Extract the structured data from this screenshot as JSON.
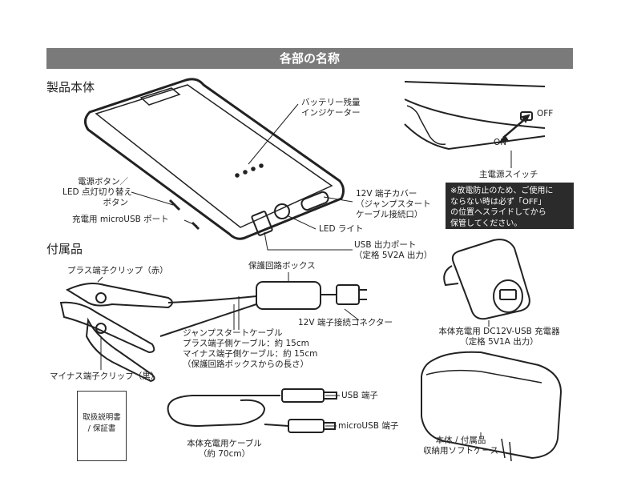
{
  "header": {
    "title": "各部の名称"
  },
  "sections": {
    "main_body": "製品本体",
    "accessories": "付属品"
  },
  "labels": {
    "battery_indicator": [
      "バッテリー残量",
      "インジケーター"
    ],
    "power_button": [
      "電源ボタン／",
      "LED 点灯切り替え",
      "ボタン"
    ],
    "charge_port": "充電用 microUSB ポート",
    "cover_12v": [
      "12V 端子カバー",
      "（ジャンプスタート",
      "ケーブル接続口）"
    ],
    "led_light": "LED ライト",
    "usb_out": [
      "USB 出力ポート",
      "（定格 5V2A 出力）"
    ],
    "switch_off": "OFF",
    "switch_on": "ON",
    "main_switch": "主電源スイッチ",
    "note": [
      "※放電防止のため、ご使用に",
      "ならない時は必ず「OFF」",
      "の位置へスライドしてから",
      "保管してください。"
    ],
    "plus_clip": "プラス端子クリップ（赤）",
    "protection_box": "保護回路ボックス",
    "connector_12v": "12V 端子接続コネクター",
    "jump_cable": [
      "ジャンプスタートケーブル",
      "プラス端子側ケーブル：約 15cm",
      "マイナス端子側ケーブル：約 15cm",
      "（保護回路ボックスからの長さ）"
    ],
    "minus_clip": "マイナス端子クリップ（黒）",
    "car_charger": [
      "本体充電用 DC12V-USB 充電器",
      "（定格 5V1A 出力）"
    ],
    "manual": [
      "取扱説明書",
      "/ 保証書"
    ],
    "usb_end": "USB 端子",
    "micro_usb_end": "microUSB 端子",
    "charge_cable": [
      "本体充電用ケーブル",
      "（約 70cm）"
    ],
    "soft_case": [
      "本体 / 付属品",
      "収納用ソフトケース"
    ]
  }
}
